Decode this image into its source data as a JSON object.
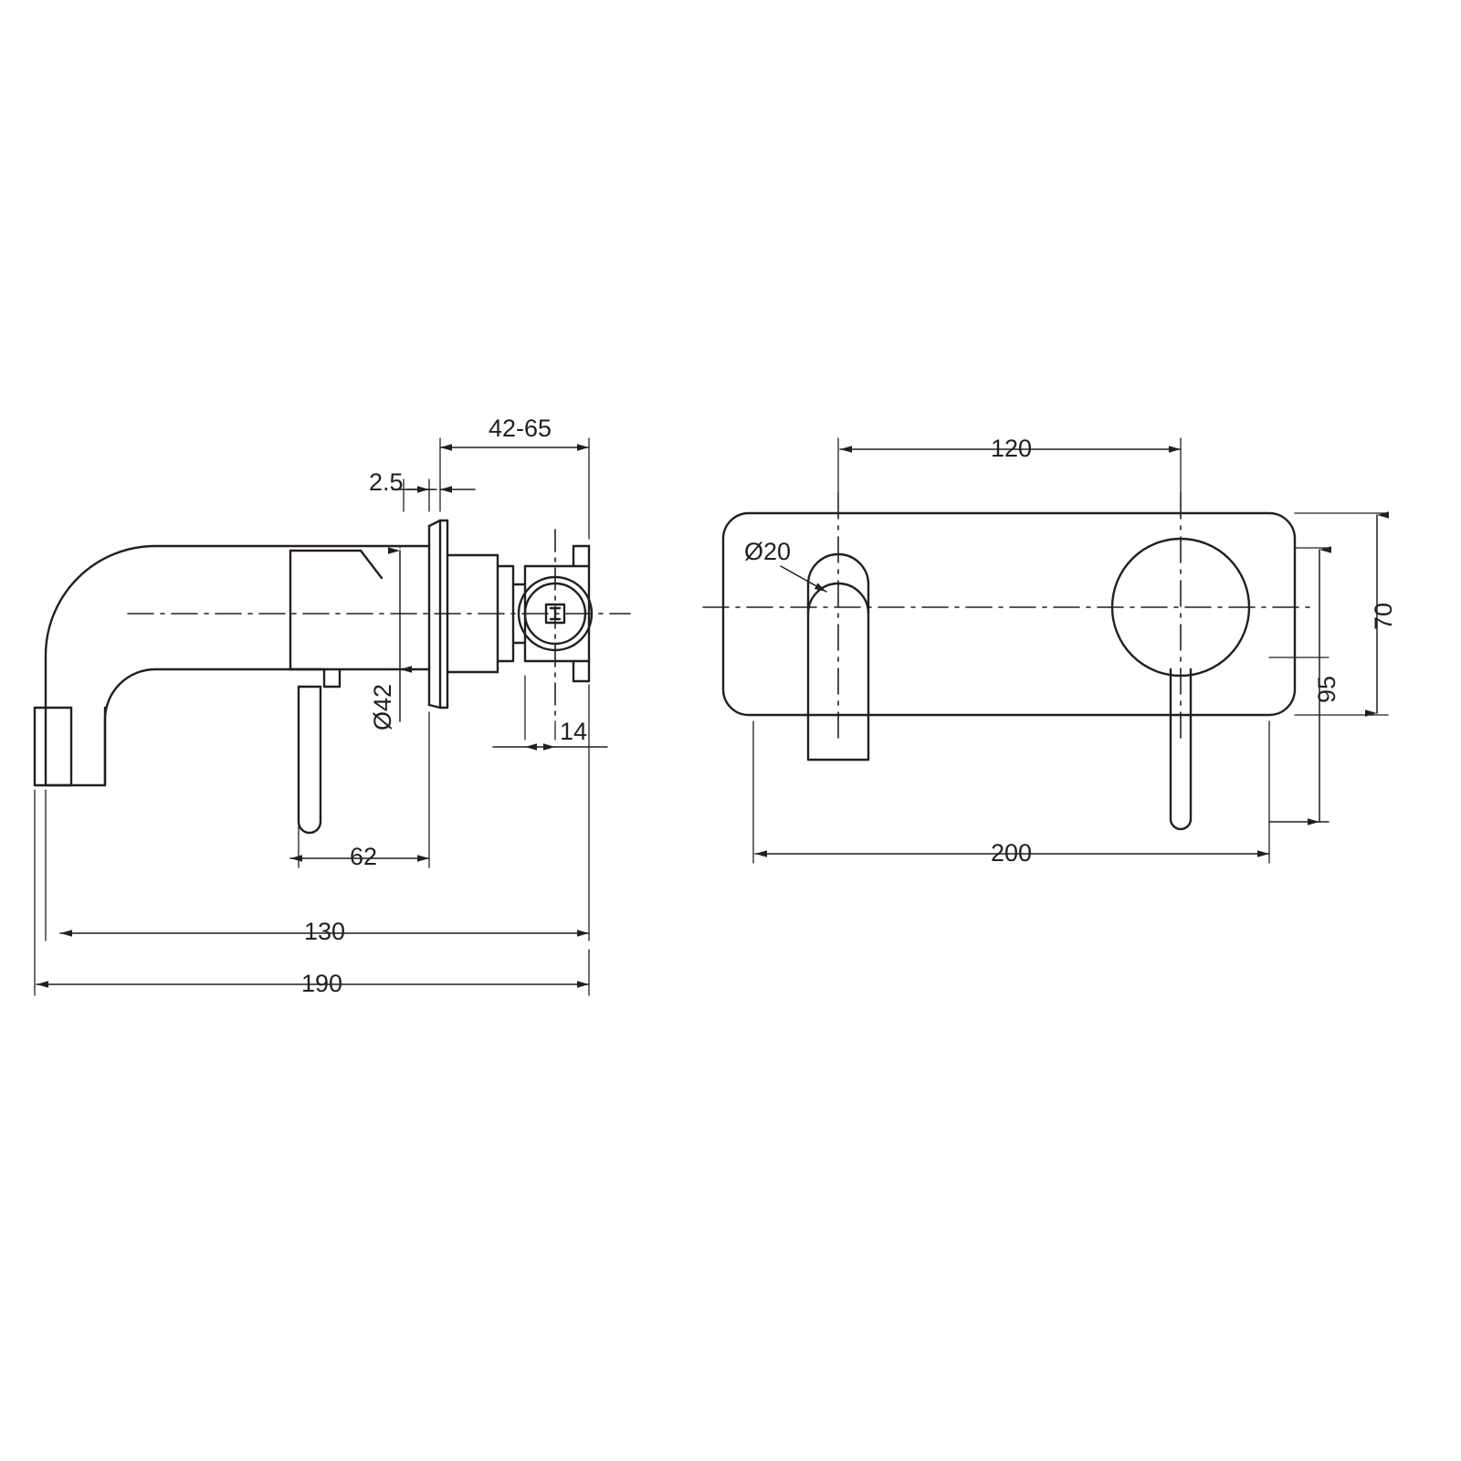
{
  "drawing": {
    "title": "Wall mixer technical drawing",
    "units": "mm",
    "line_color": "#231f20",
    "background": "#ffffff"
  },
  "views": [
    {
      "name": "side-elevation",
      "label": "Side elevation of wall mounted basin mixer with spout"
    },
    {
      "name": "front-elevation",
      "label": "Front elevation of wall plate with handle and spout"
    }
  ],
  "dimensions": {
    "side": {
      "d1": "42-65",
      "d2": "2.5",
      "d3": "Ø42",
      "d4": "14",
      "d5": "62",
      "d6": "130",
      "d7": "190"
    },
    "front": {
      "d1": "120",
      "d2": "Ø20",
      "d3": "70",
      "d4": "95",
      "d5": "200"
    }
  }
}
